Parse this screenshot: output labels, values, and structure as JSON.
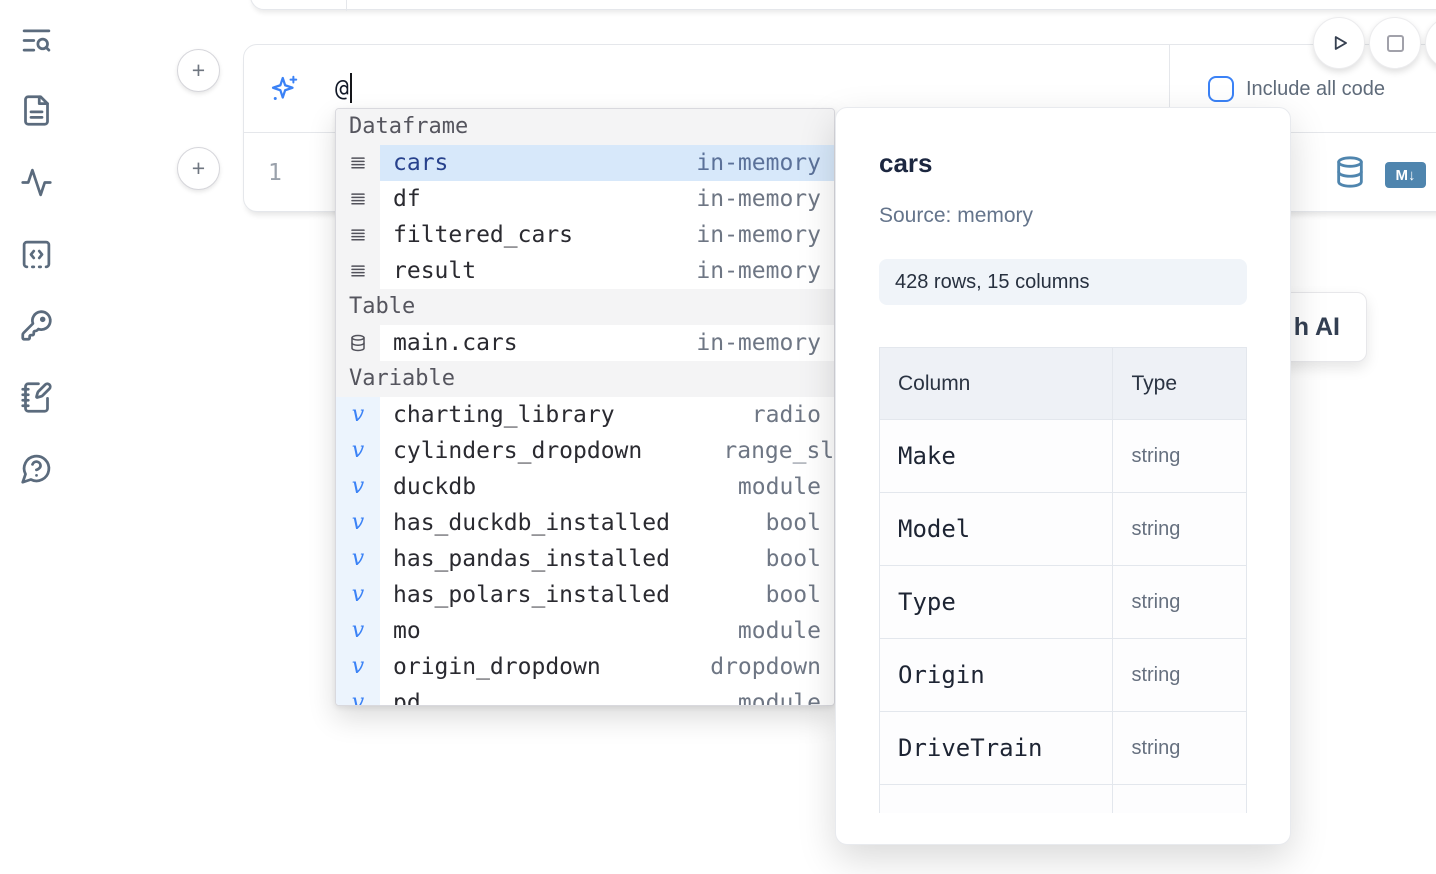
{
  "sidebar": {
    "items": [
      {
        "icon": "toc-search-icon"
      },
      {
        "icon": "file-icon"
      },
      {
        "icon": "activity-icon"
      },
      {
        "icon": "code-snippet-icon"
      },
      {
        "icon": "key-icon"
      },
      {
        "icon": "scratchpad-icon"
      },
      {
        "icon": "help-icon"
      }
    ]
  },
  "prompt_cell": {
    "add_button_label": "+",
    "prompt": {
      "icon": "sparkles-icon",
      "value": "@"
    },
    "include_all_code": {
      "label": "Include all code",
      "checked": false
    },
    "editor": {
      "line_number": "1",
      "markdown_badge": "M↓"
    }
  },
  "autocomplete": {
    "sections": [
      {
        "label": "Dataframe",
        "icon": "rows-icon",
        "items": [
          {
            "name": "cars",
            "detail": "in-memory",
            "selected": true
          },
          {
            "name": "df",
            "detail": "in-memory"
          },
          {
            "name": "filtered_cars",
            "detail": "in-memory"
          },
          {
            "name": "result",
            "detail": "in-memory"
          }
        ]
      },
      {
        "label": "Table",
        "icon": "database-icon",
        "items": [
          {
            "name": "main.cars",
            "detail": "in-memory"
          }
        ]
      },
      {
        "label": "Variable",
        "icon": "variable-icon",
        "items": [
          {
            "name": "charting_library",
            "detail": "radio"
          },
          {
            "name": "cylinders_dropdown",
            "detail": "range_sli",
            "detail_clipped": true
          },
          {
            "name": "duckdb",
            "detail": "module"
          },
          {
            "name": "has_duckdb_installed",
            "detail": "bool"
          },
          {
            "name": "has_pandas_installed",
            "detail": "bool"
          },
          {
            "name": "has_polars_installed",
            "detail": "bool"
          },
          {
            "name": "mo",
            "detail": "module"
          },
          {
            "name": "origin_dropdown",
            "detail": "dropdown"
          },
          {
            "name": "pd",
            "detail": "module",
            "partial": true
          }
        ]
      }
    ]
  },
  "preview": {
    "title": "cars",
    "source": "Source: memory",
    "shape_badge": "428 rows, 15 columns",
    "table": {
      "headers": [
        "Column",
        "Type"
      ],
      "rows": [
        [
          "Make",
          "string"
        ],
        [
          "Model",
          "string"
        ],
        [
          "Type",
          "string"
        ],
        [
          "Origin",
          "string"
        ],
        [
          "DriveTrain",
          "string"
        ]
      ]
    }
  },
  "ai_button": {
    "visible_label": "h AI"
  },
  "colors": {
    "accent": "#3b82f6",
    "steel_blue": "#4f85ae",
    "selected_row_bg": "#d7e8fa",
    "selected_row_text": "#27418c"
  }
}
